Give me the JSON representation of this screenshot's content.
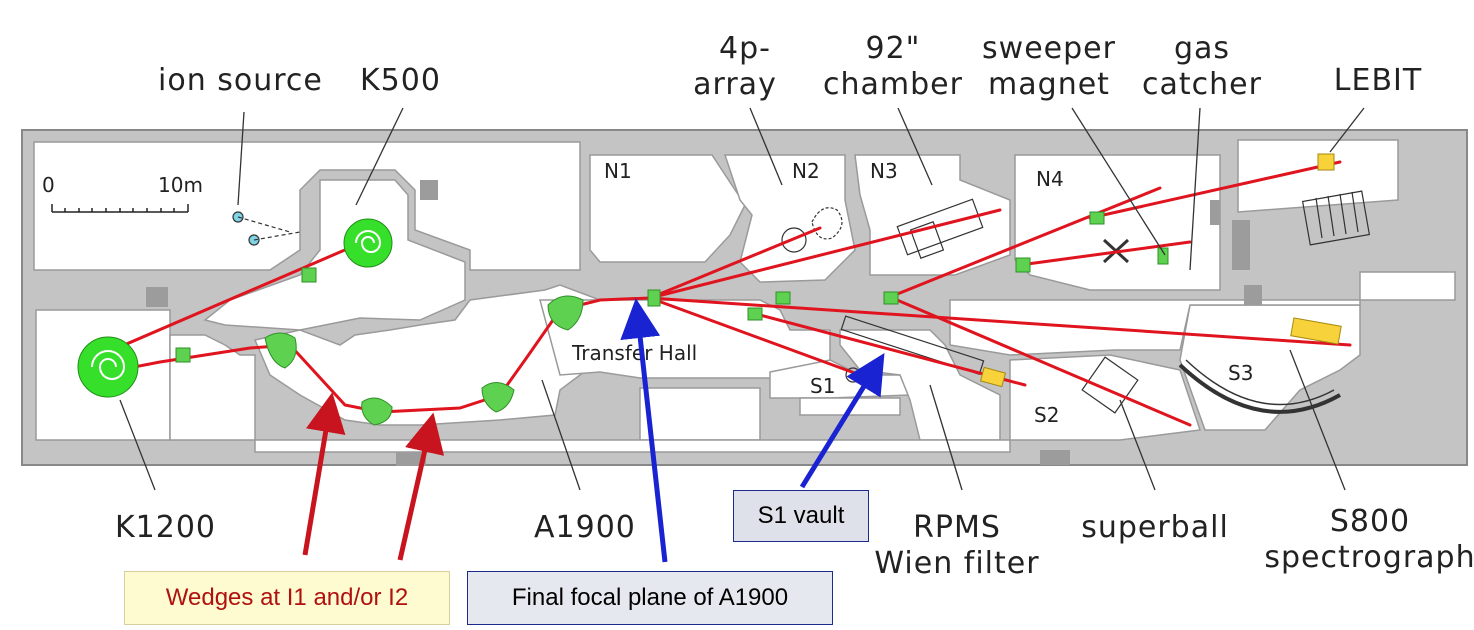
{
  "labels": {
    "ion_source": "ion source",
    "k500": "K500",
    "array_4p": [
      "4p-",
      "array"
    ],
    "chamber_92": [
      "92\"",
      "chamber"
    ],
    "sweeper": [
      "sweeper",
      "magnet"
    ],
    "gas_catcher": [
      "gas",
      "catcher"
    ],
    "lebit": "LEBIT",
    "k1200": "K1200",
    "a1900": "A1900",
    "rpms": [
      "RPMS",
      "Wien filter"
    ],
    "superball": "superball",
    "s800": [
      "S800",
      "spectrograph"
    ],
    "transfer_hall": "Transfer Hall"
  },
  "rooms": {
    "n1": "N1",
    "n2": "N2",
    "n3": "N3",
    "n4": "N4",
    "s1": "S1",
    "s2": "S2",
    "s3": "S3"
  },
  "scale_bar": {
    "start": "0",
    "end": "10m"
  },
  "callouts": {
    "s1_vault": "S1 vault",
    "wedges": "Wedges at I1 and/or I2",
    "final_focal_plane": "Final focal plane of A1900"
  },
  "colors": {
    "wall": "#c4c4c4",
    "beam": "#e0141e",
    "magnet": "#5ed250",
    "cyclotron": "#36e02a",
    "arrow_red": "#c8141e",
    "arrow_blue": "#1a23d2"
  }
}
